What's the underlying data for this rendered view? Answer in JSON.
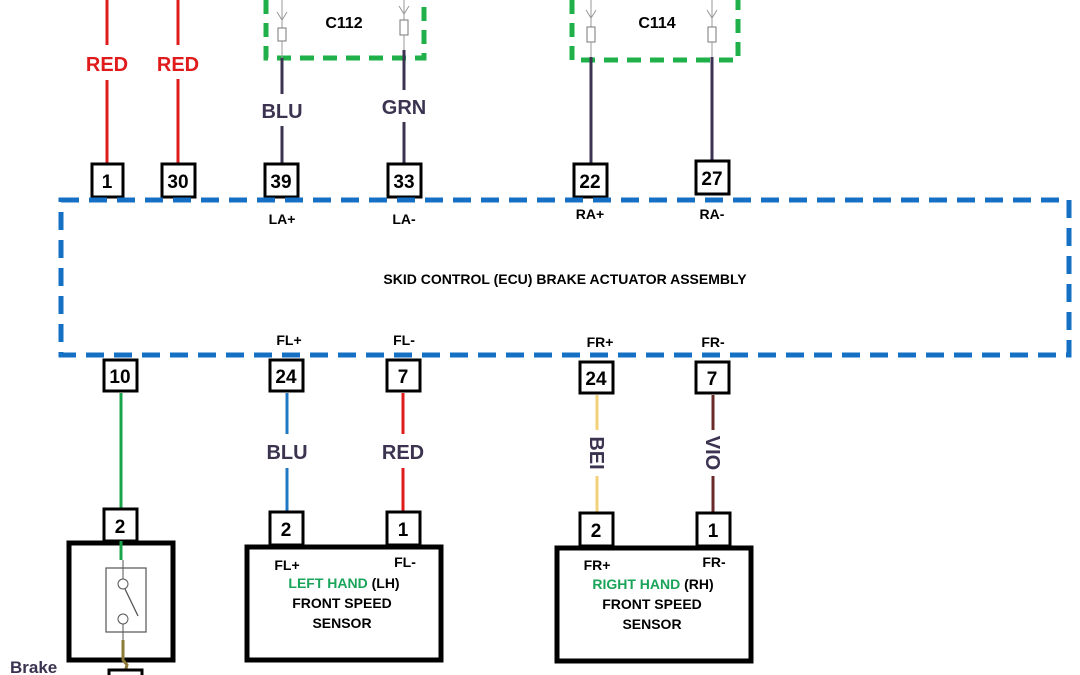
{
  "colors": {
    "red": "#e01b1b",
    "blue": "#1f78c1",
    "green": "#1aa44a",
    "dark_purple": "#3b3350",
    "beige": "#f1d27a",
    "violet": "#6b2a2a",
    "ecu_border": "#1570c4",
    "connector_border": "#1fb04a",
    "olive": "#8b7a3a",
    "label_green": "#1aa45a"
  },
  "ecu": {
    "title": "SKID CONTROL (ECU) BRAKE ACTUATOR ASSEMBLY"
  },
  "connectors": {
    "c112": "C112",
    "c114": "C114"
  },
  "top_pins": [
    {
      "pin": "1",
      "signal": "",
      "wire": "RED"
    },
    {
      "pin": "30",
      "signal": "",
      "wire": "RED"
    },
    {
      "pin": "39",
      "signal": "LA+",
      "wire": "BLU"
    },
    {
      "pin": "33",
      "signal": "LA-",
      "wire": "GRN"
    },
    {
      "pin": "22",
      "signal": "RA+",
      "wire": ""
    },
    {
      "pin": "27",
      "signal": "RA-",
      "wire": ""
    }
  ],
  "bottom_pins": [
    {
      "pin": "10",
      "signal": "",
      "wire": ""
    },
    {
      "pin": "24",
      "signal": "FL+",
      "wire": "BLU"
    },
    {
      "pin": "7",
      "signal": "FL-",
      "wire": "RED"
    },
    {
      "pin": "24",
      "signal": "FR+",
      "wire": "BEI"
    },
    {
      "pin": "7",
      "signal": "FR-",
      "wire": "VIO"
    }
  ],
  "brake_switch": {
    "pin": "2",
    "label": "Brake"
  },
  "left_sensor": {
    "pin_plus": "2",
    "pin_minus": "1",
    "signal_plus": "FL+",
    "signal_minus": "FL-",
    "side_label": "LEFT HAND",
    "side_abbr": "(LH)",
    "line2": "FRONT SPEED",
    "line3": "SENSOR"
  },
  "right_sensor": {
    "pin_plus": "2",
    "pin_minus": "1",
    "signal_plus": "FR+",
    "signal_minus": "FR-",
    "side_label": "RIGHT HAND",
    "side_abbr": "(RH)",
    "line2": "FRONT SPEED",
    "line3": "SENSOR"
  }
}
